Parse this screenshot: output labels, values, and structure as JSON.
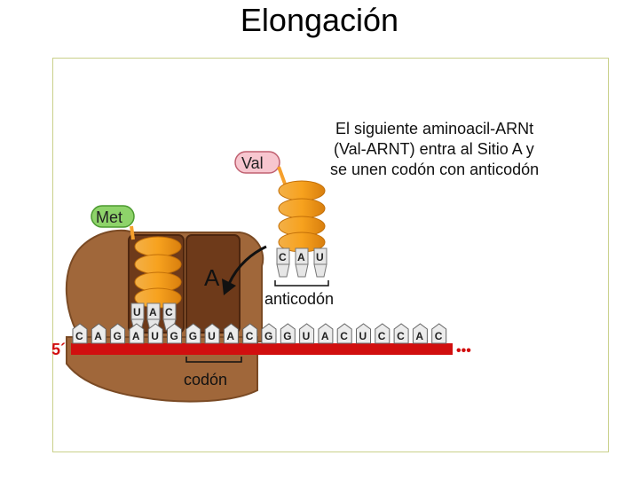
{
  "slide": {
    "title": "Elongación"
  },
  "diagram": {
    "caption_lines": [
      "El siguiente aminoacil-ARNt",
      "(Val-ARNT) entra al Sitio A y",
      "se unen codón con anticodón"
    ],
    "amino_acids": {
      "p_site": "Met",
      "incoming": "Val"
    },
    "site_label": "A",
    "p_site_anticodon": [
      "U",
      "A",
      "C"
    ],
    "incoming_anticodon": [
      "C",
      "A",
      "U"
    ],
    "mrna_bases": [
      "C",
      "A",
      "G",
      "A",
      "U",
      "G",
      "G",
      "U",
      "A",
      "C",
      "G",
      "G",
      "U",
      "A",
      "C",
      "U",
      "C",
      "C",
      "A",
      "C"
    ],
    "mrna_five_prime": "5´",
    "mrna_ellipsis": "•••",
    "labels": {
      "anticodon": "anticodón",
      "codon": "codón"
    },
    "colors": {
      "ribosome": "#a0673a",
      "ribosome_edge": "#7a4a24",
      "site": "#6e3a1a",
      "helix": "#f6a02c",
      "mrna": "#d10f0f",
      "met_badge": "#8ed36a",
      "val_badge": "#f7c6cf",
      "frame_border": "#c9d08a"
    }
  }
}
